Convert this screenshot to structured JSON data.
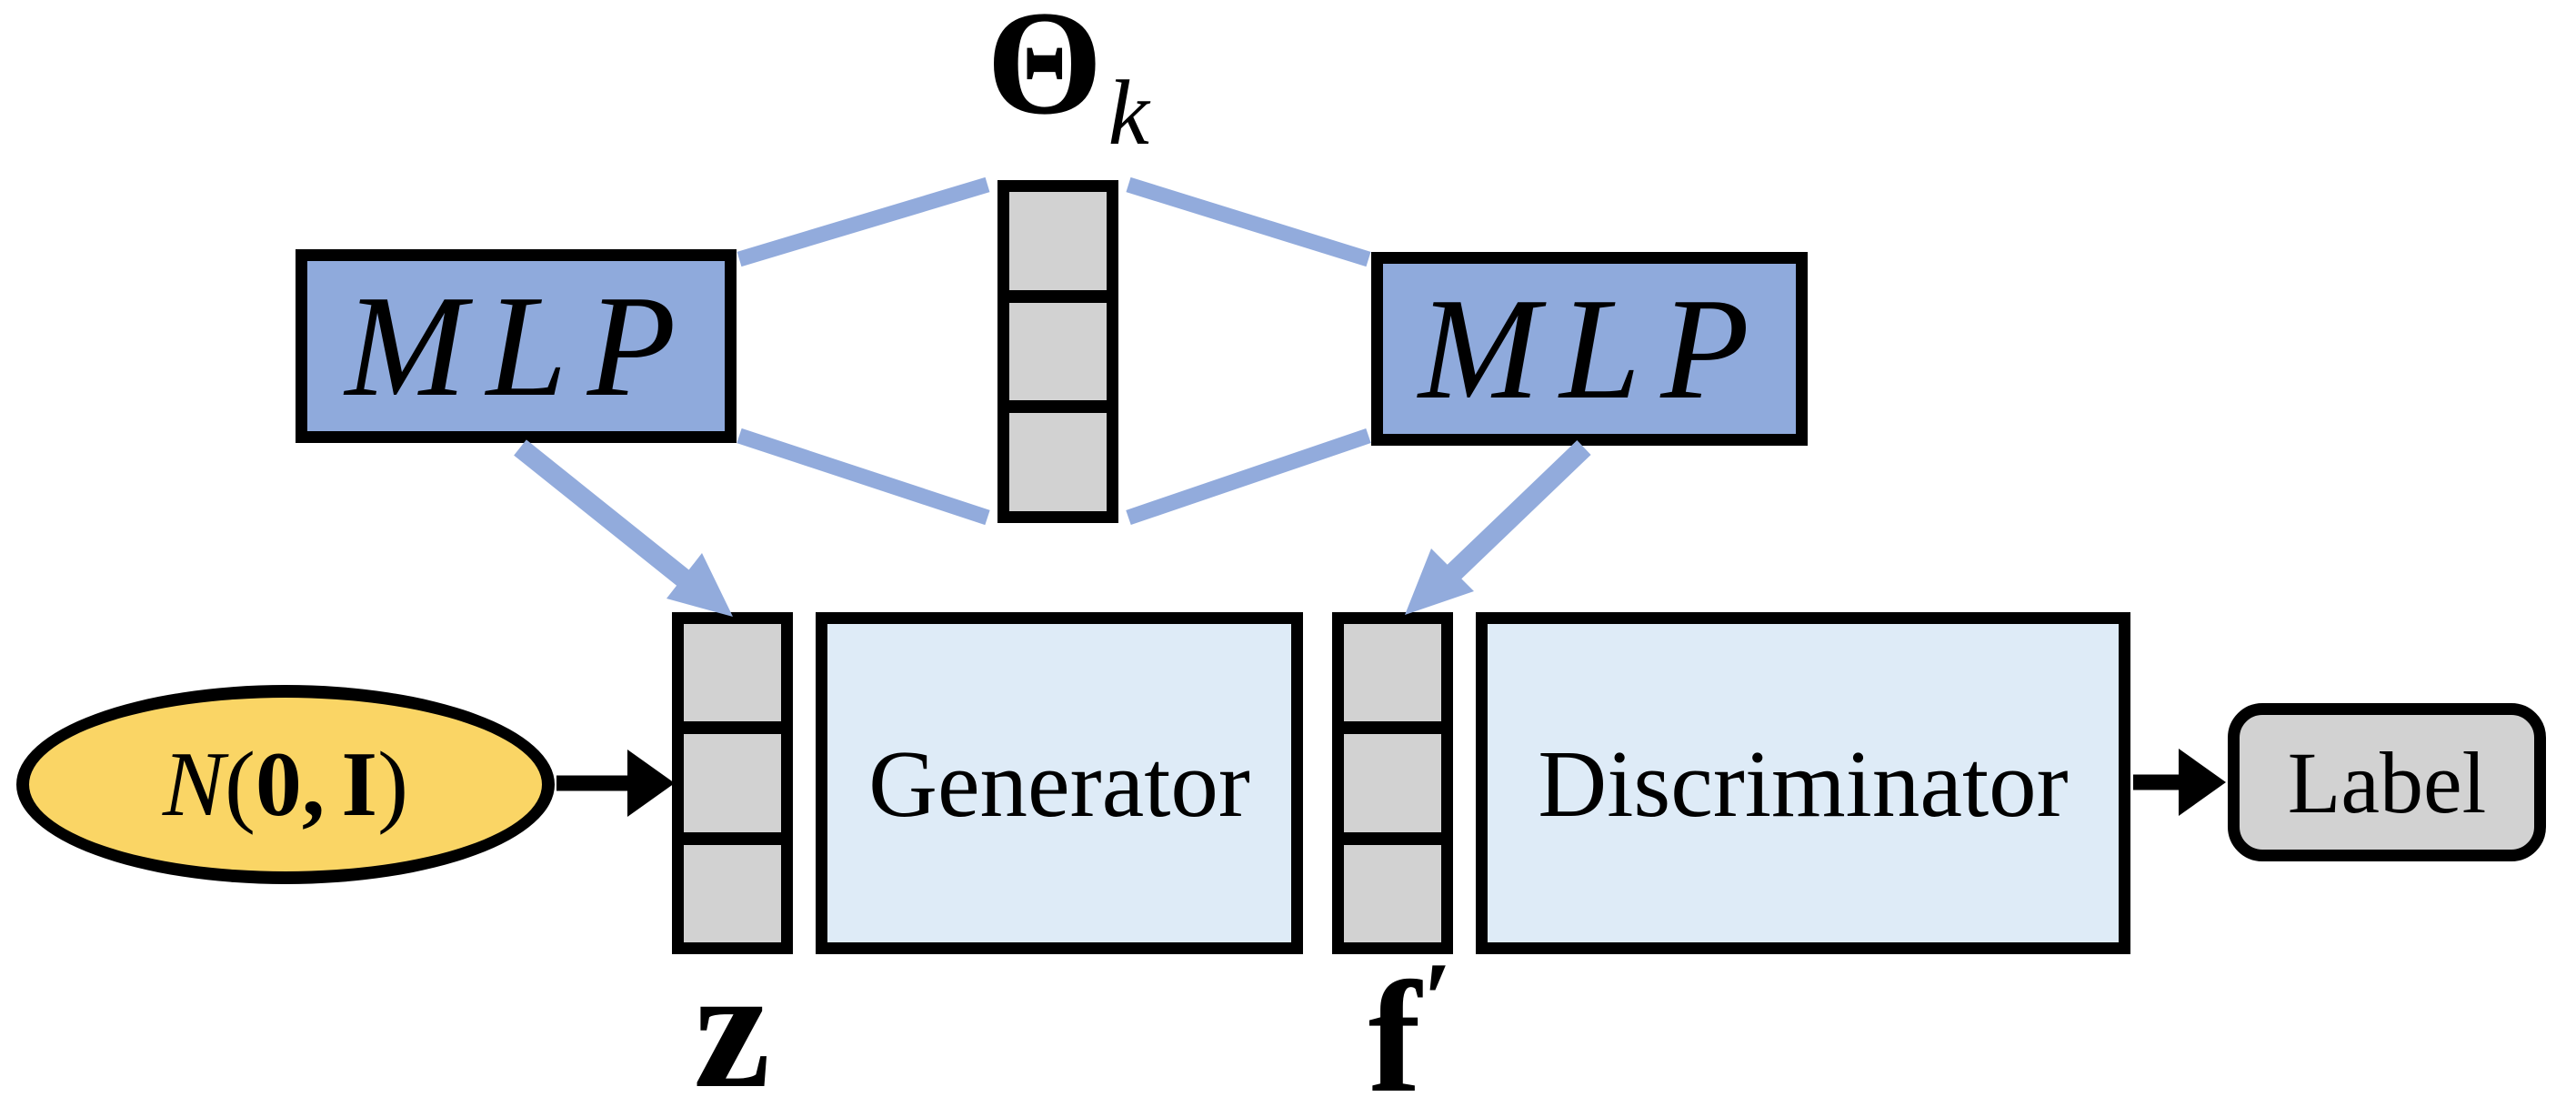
{
  "diagram": {
    "theta": {
      "symbol": "Θ",
      "subscript": "k"
    },
    "mlp_left": {
      "label": "MLP"
    },
    "mlp_right": {
      "label": "MLP"
    },
    "noise": {
      "n": "N",
      "open": "(",
      "zero": "0",
      "comma": ",",
      "i": "I",
      "close": ")"
    },
    "generator": {
      "label": "Generator"
    },
    "discriminator": {
      "label": "Discriminator"
    },
    "output_label": {
      "label": "Label"
    },
    "z_vector": {
      "symbol": "z"
    },
    "f_vector": {
      "symbol": "f",
      "prime": "′"
    },
    "colors": {
      "mlp_fill": "#8FAADC",
      "process_fill": "#DEEBF7",
      "cell_gray": "#D2D2D2",
      "noise_yellow": "#FAD565",
      "connector_blue": "#92ABDC",
      "outline_black": "#000000"
    }
  }
}
